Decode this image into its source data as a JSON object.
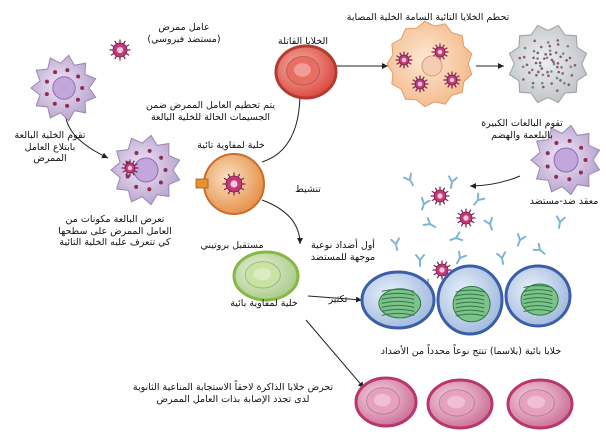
{
  "labels": {
    "pathogen": "عامل ممرض\n(مستضد فيروسي)",
    "engulf": "تقوم الخلية البالعة\nبابتلاع العامل\nالممرض",
    "process": "يتم تحطيم العامل الممرض ضمن\nالجسيمات الحالة للخلية البالعة",
    "present": "تعرض البالعة مكونات من\nالعامل الممرض على سطحها\nكي تتعرف عليه الخلية التائية",
    "t_cell": "خلية لمفاوية تائية",
    "receptor": "مستقبل بروتيني",
    "activate": "تنشيط",
    "killer": "الخلايا القاتلة",
    "destroy": "تحطم الخلايا التائية السامة الخلية المصابة",
    "macrophage_eat": "تقوم البالعات الكبيرة\nبالبلعمة والهضم",
    "complex": "معقد ضد-مستضد",
    "first_ab": "أول أضداد نوعية\nموجهة للمستضد",
    "b_cell": "خلية لمفاوية بائية",
    "proliferate": "تكثير",
    "plasma": "خلايا بائية (بلاسما) تنتج نوعاً محدداً من الأضداد",
    "memory": "تحرض خلايا الذاكرة لاحقاً الاستجابة المناعية الثانوية\nلدى تجدد الإصابة بذات العامل الممرض"
  },
  "colors": {
    "phagocyte": "#c8b6d8",
    "t_cell": "#f2b37a",
    "killer": "#e6584e",
    "b_cell": "#86b845",
    "plasma_edge": "#3a5ea8",
    "memory": "#b8386e",
    "antibody": "#7fb6cf",
    "virus": "#c0397a"
  }
}
